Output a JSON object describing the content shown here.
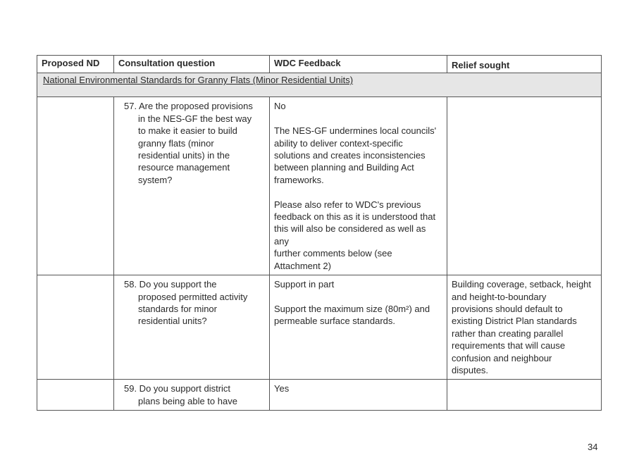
{
  "table": {
    "headers": [
      "Proposed ND",
      "Consultation question",
      "WDC Feedback",
      "Relief sought"
    ],
    "section_title": "National Environmental Standards for Granny Flats (Minor Residential Units)",
    "rows": [
      {
        "proposed_nd": "",
        "question": "57. Are the proposed provisions\nin the NES-GF the best way\nto make it easier to build\ngranny flats (minor\nresidential units) in the\nresource management\nsystem?",
        "feedback": "No\n\nThe NES-GF undermines local councils'\nability to deliver context-specific\nsolutions and creates inconsistencies\nbetween planning and Building Act\nframeworks.\n\nPlease also refer to WDC's previous\nfeedback on this as it is understood that\nthis will also be considered as well as any\nfurther comments below (see\nAttachment 2)",
        "relief": ""
      },
      {
        "proposed_nd": "",
        "question": "58. Do you support the\nproposed permitted activity\nstandards for minor\nresidential units?",
        "feedback": "Support in part\n\nSupport the maximum size (80m²) and\npermeable surface standards.",
        "relief": "Building coverage, setback, height\nand height-to-boundary\nprovisions should default to\nexisting District Plan standards\nrather than creating parallel\nrequirements that will cause\nconfusion and neighbour\ndisputes."
      },
      {
        "proposed_nd": "",
        "question": "59. Do you support district\nplans being able to have",
        "feedback": "Yes",
        "relief": ""
      }
    ]
  },
  "page_number": "34"
}
